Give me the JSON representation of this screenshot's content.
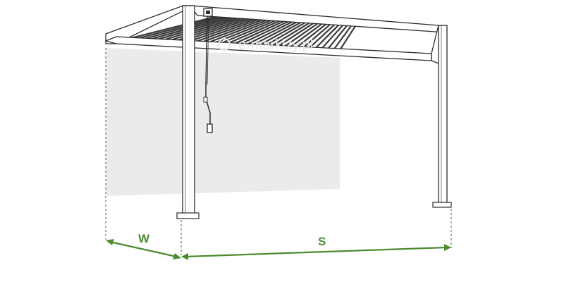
{
  "diagram": {
    "watermark": {
      "text": "e-markizy.pl"
    },
    "dimensions": {
      "width_label": "W",
      "depth_label": "S"
    }
  },
  "colors": {
    "outline": "#2b2b2b",
    "frame_fill": "#ffffff",
    "wall_fill": "#ebebeb",
    "louver": "#3a3a3a",
    "dimension": "#4d8b2e",
    "watermark": "#e6e6e6"
  }
}
